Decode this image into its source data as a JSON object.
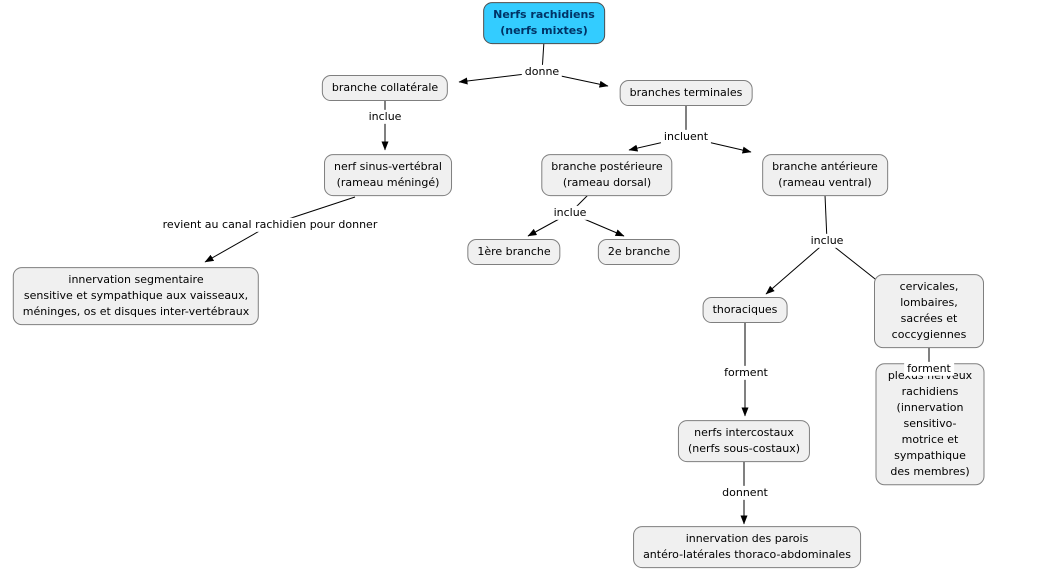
{
  "diagram": {
    "type": "concept-map",
    "language": "fr",
    "topic": "Nerfs rachidiens"
  },
  "colors": {
    "root_bg": "#33ccff",
    "root_text": "#003366",
    "node_bg": "#f0f0f0",
    "node_border": "#7f7f7f",
    "line": "#000000"
  },
  "nodes": {
    "root": {
      "label": "Nerfs rachidiens\n(nerfs mixtes)"
    },
    "collaterale": {
      "label": "branche collatérale"
    },
    "terminales": {
      "label": "branches terminales"
    },
    "sinus_vertebral": {
      "label": "nerf sinus-vertébral\n(rameau méningé)"
    },
    "posterieure": {
      "label": "branche postérieure\n(rameau dorsal)"
    },
    "anterieure": {
      "label": "branche antérieure\n(rameau ventral)"
    },
    "premiere_branche": {
      "label": "1ère branche"
    },
    "deuxieme_branche": {
      "label": "2e branche"
    },
    "innervation_segmentaire": {
      "label": "innervation segmentaire\nsensitive et sympathique aux vaisseaux,\nméninges, os et disques inter-vertébraux"
    },
    "thoraciques": {
      "label": "thoraciques"
    },
    "cervicales": {
      "label": "cervicales, lombaires,\nsacrées et coccygiennes"
    },
    "intercostaux": {
      "label": "nerfs intercostaux\n(nerfs sous-costaux)"
    },
    "plexus": {
      "label": "plexus nerveux rachidiens\n(innervation sensitivo-motrice et\nsympathique des membres)"
    },
    "parois": {
      "label": "innervation des parois\nantéro-latérales thoraco-abdominales"
    }
  },
  "links": {
    "donne": {
      "label": "donne"
    },
    "inclue_collaterale": {
      "label": "inclue"
    },
    "incluent": {
      "label": "incluent"
    },
    "inclue_posterieure": {
      "label": "inclue"
    },
    "revient": {
      "label": "revient au canal rachidien pour donner"
    },
    "inclue_anterieure": {
      "label": "inclue"
    },
    "forment_thoraciques": {
      "label": "forment"
    },
    "forment_cervicales": {
      "label": "forment"
    },
    "donnent": {
      "label": "donnent"
    }
  }
}
